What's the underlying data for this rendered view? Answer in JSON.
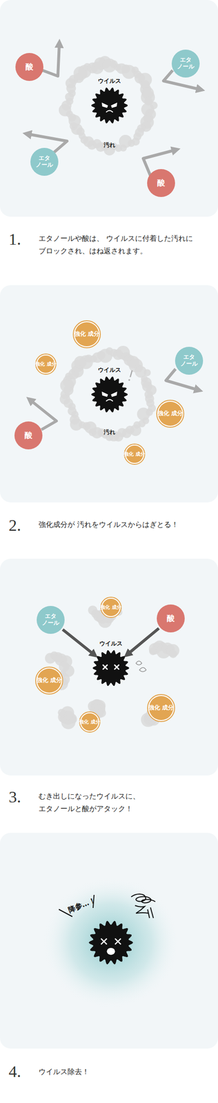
{
  "diagram": {
    "nodes": [
      {
        "text": [
          "酸"
        ]
      },
      {
        "text": [
          "エタ ノール"
        ]
      },
      {
        "text": [
          "ウイルス"
        ]
      },
      {
        "text": [
          "エタ ノール"
        ]
      },
      {
        "text": [
          "酸"
        ]
      },
      {
        "text": [
          "強化 成分"
        ]
      },
      {
        "text": [
          "強化 成分"
        ]
      },
      {
        "text": [
          "エタ ノール"
        ]
      },
      {
        "text": [
          "ウイルス"
        ]
      },
      {
        "text": [
          "強化 成分"
        ]
      },
      {
        "text": [
          "酸"
        ]
      },
      {
        "text": [
          "強化 成分"
        ]
      },
      {
        "text": [
          "強化 成分"
        ]
      },
      {
        "text": [
          "エタ ノール"
        ]
      },
      {
        "text": [
          "酸"
        ]
      },
      {
        "text": [
          "ウイルス"
        ]
      },
      {
        "text": [
          "強化 成分"
        ]
      },
      {
        "text": [
          "強化 成分"
        ]
      },
      {
        "text": [
          "強化 成分"
        ]
      }
    ],
    "edges": [
      {
        "from": 13,
        "to": 15,
        "arrow": "to"
      },
      {
        "from": 14,
        "to": 15,
        "arrow": "to"
      }
    ],
    "labels": [
      "汚れ",
      "1.",
      "エタノールや酸は、 ウイルスに付着した汚れに ブロックされ、はね返されます。",
      "汚れ",
      "2.",
      "強化成分が 汚れをウイルスからはぎとる！",
      "3.",
      "むき出しになったウイルスに、 エタノールと酸がアタック！",
      "降参…！",
      "4.",
      "ウイルス除去！"
    ]
  }
}
